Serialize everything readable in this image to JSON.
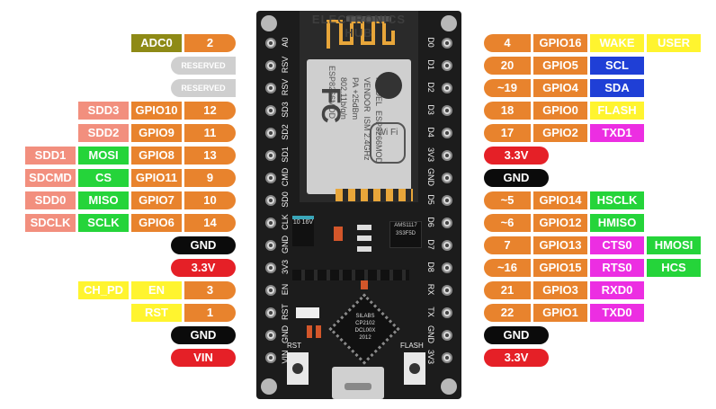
{
  "colors": {
    "orange": "#e8832d",
    "olive": "#8e8a16",
    "grey": "#cfcfcf",
    "salmon": "#f28f7e",
    "green": "#25d43a",
    "black": "#0b0b0b",
    "red": "#e52027",
    "yellow": "#fff42f",
    "blue": "#1f3fd6",
    "magenta": "#ec2ee2",
    "board": "#1c1c1c"
  },
  "left_pins": [
    {
      "board_label": "A0",
      "number": "2",
      "labels": [
        "ADC0"
      ]
    },
    {
      "board_label": "RSV",
      "number": "",
      "labels": [
        "RESERVED"
      ]
    },
    {
      "board_label": "RSV",
      "number": "",
      "labels": [
        "RESERVED"
      ]
    },
    {
      "board_label": "SD3",
      "number": "12",
      "labels": [
        "SDD3",
        "GPIO10"
      ]
    },
    {
      "board_label": "SD2",
      "number": "11",
      "labels": [
        "SDD2",
        "GPIO9"
      ]
    },
    {
      "board_label": "SD1",
      "number": "13",
      "labels": [
        "SDD1",
        "MOSI",
        "GPIO8"
      ]
    },
    {
      "board_label": "CMD",
      "number": "9",
      "labels": [
        "SDCMD",
        "CS",
        "GPIO11"
      ]
    },
    {
      "board_label": "SD0",
      "number": "10",
      "labels": [
        "SDD0",
        "MISO",
        "GPIO7"
      ]
    },
    {
      "board_label": "CLK",
      "number": "14",
      "labels": [
        "SDCLK",
        "SCLK",
        "GPIO6"
      ]
    },
    {
      "board_label": "GND",
      "number": "",
      "labels": [
        "GND"
      ]
    },
    {
      "board_label": "3V3",
      "number": "",
      "labels": [
        "3.3V"
      ]
    },
    {
      "board_label": "EN",
      "number": "3",
      "labels": [
        "CH_PD",
        "EN"
      ]
    },
    {
      "board_label": "RST",
      "number": "1",
      "labels": [
        "RST"
      ]
    },
    {
      "board_label": "GND",
      "number": "",
      "labels": [
        "GND"
      ]
    },
    {
      "board_label": "VIN",
      "number": "",
      "labels": [
        "VIN"
      ]
    }
  ],
  "right_pins": [
    {
      "board_label": "D0",
      "number": "4",
      "labels": [
        "GPIO16",
        "WAKE",
        "USER"
      ]
    },
    {
      "board_label": "D1",
      "number": "20",
      "labels": [
        "GPIO5",
        "SCL"
      ]
    },
    {
      "board_label": "D2",
      "number": "~19",
      "labels": [
        "GPIO4",
        "SDA"
      ]
    },
    {
      "board_label": "D3",
      "number": "18",
      "labels": [
        "GPIO0",
        "FLASH"
      ]
    },
    {
      "board_label": "D4",
      "number": "17",
      "labels": [
        "GPIO2",
        "TXD1"
      ]
    },
    {
      "board_label": "3V3",
      "number": "",
      "labels": [
        "3.3V"
      ]
    },
    {
      "board_label": "GND",
      "number": "",
      "labels": [
        "GND"
      ]
    },
    {
      "board_label": "D5",
      "number": "~5",
      "labels": [
        "GPIO14",
        "HSCLK"
      ]
    },
    {
      "board_label": "D6",
      "number": "~6",
      "labels": [
        "GPIO12",
        "HMISO"
      ]
    },
    {
      "board_label": "D7",
      "number": "7",
      "labels": [
        "GPIO13",
        "CTS0",
        "HMOSI"
      ]
    },
    {
      "board_label": "D8",
      "number": "~16",
      "labels": [
        "GPIO15",
        "RTS0",
        "HCS"
      ]
    },
    {
      "board_label": "RX",
      "number": "21",
      "labels": [
        "GPIO3",
        "RXD0"
      ]
    },
    {
      "board_label": "TX",
      "number": "22",
      "labels": [
        "GPIO1",
        "TXD0"
      ]
    },
    {
      "board_label": "GND",
      "number": "",
      "labels": [
        "GND"
      ]
    },
    {
      "board_label": "3V3",
      "number": "",
      "labels": [
        "3.3V"
      ]
    }
  ],
  "board": {
    "module_model": "MODEL",
    "module_model_value": "ESP8266MOD",
    "module_vendor": "VENDOR",
    "module_vendor_value": "ISM 2.4GHz",
    "module_power": "PA +25dBm",
    "module_std": "802.11b/g/n",
    "fcc": "FC",
    "wifi": "Wi Fi",
    "watermark": "ELECTRONICS HUB",
    "usb_chip_lines": [
      "SILABS",
      "CP2102",
      "DCL00X",
      "2012"
    ],
    "regulator_lines": [
      "AMS1117",
      "3S3F5D"
    ],
    "cap": "10 16V",
    "button_rst": "RST",
    "button_flash": "FLASH"
  }
}
